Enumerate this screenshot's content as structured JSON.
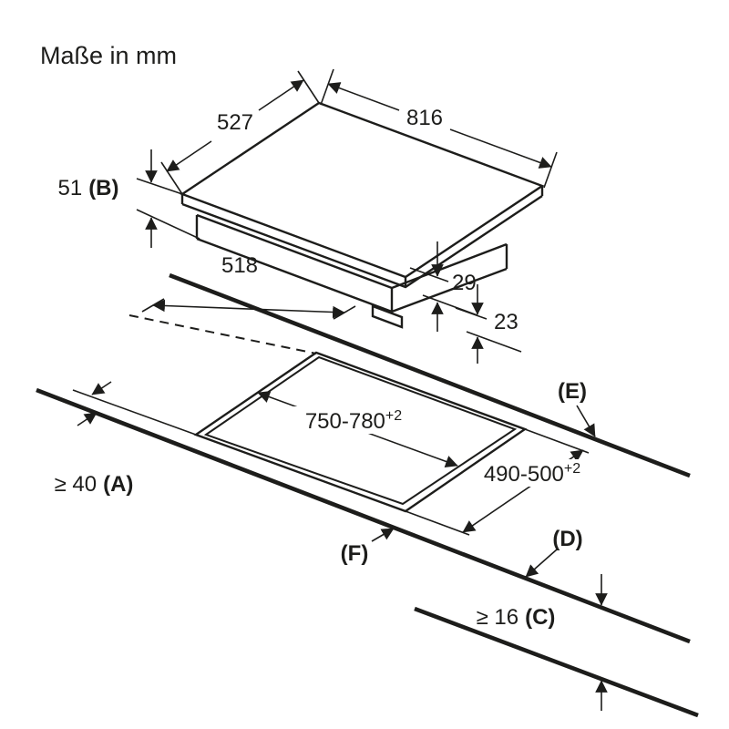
{
  "colors": {
    "line": "#1d1d1b",
    "background": "#ffffff"
  },
  "title": "Maße in mm",
  "hob": {
    "width": "816",
    "depth": "527",
    "height": "51",
    "height_ref": "(B)",
    "base_depth": "518",
    "base_height": "29",
    "base_clearance": "23"
  },
  "cutout": {
    "width": "750-780",
    "width_tol": "+2",
    "depth": "490-500",
    "depth_tol": "+2"
  },
  "worktop": {
    "side_clearance": "≥ 40",
    "side_clearance_ref": "(A)",
    "thickness": "≥ 16",
    "thickness_ref": "(C)",
    "ref_d": "(D)",
    "ref_e": "(E)",
    "ref_f": "(F)"
  }
}
